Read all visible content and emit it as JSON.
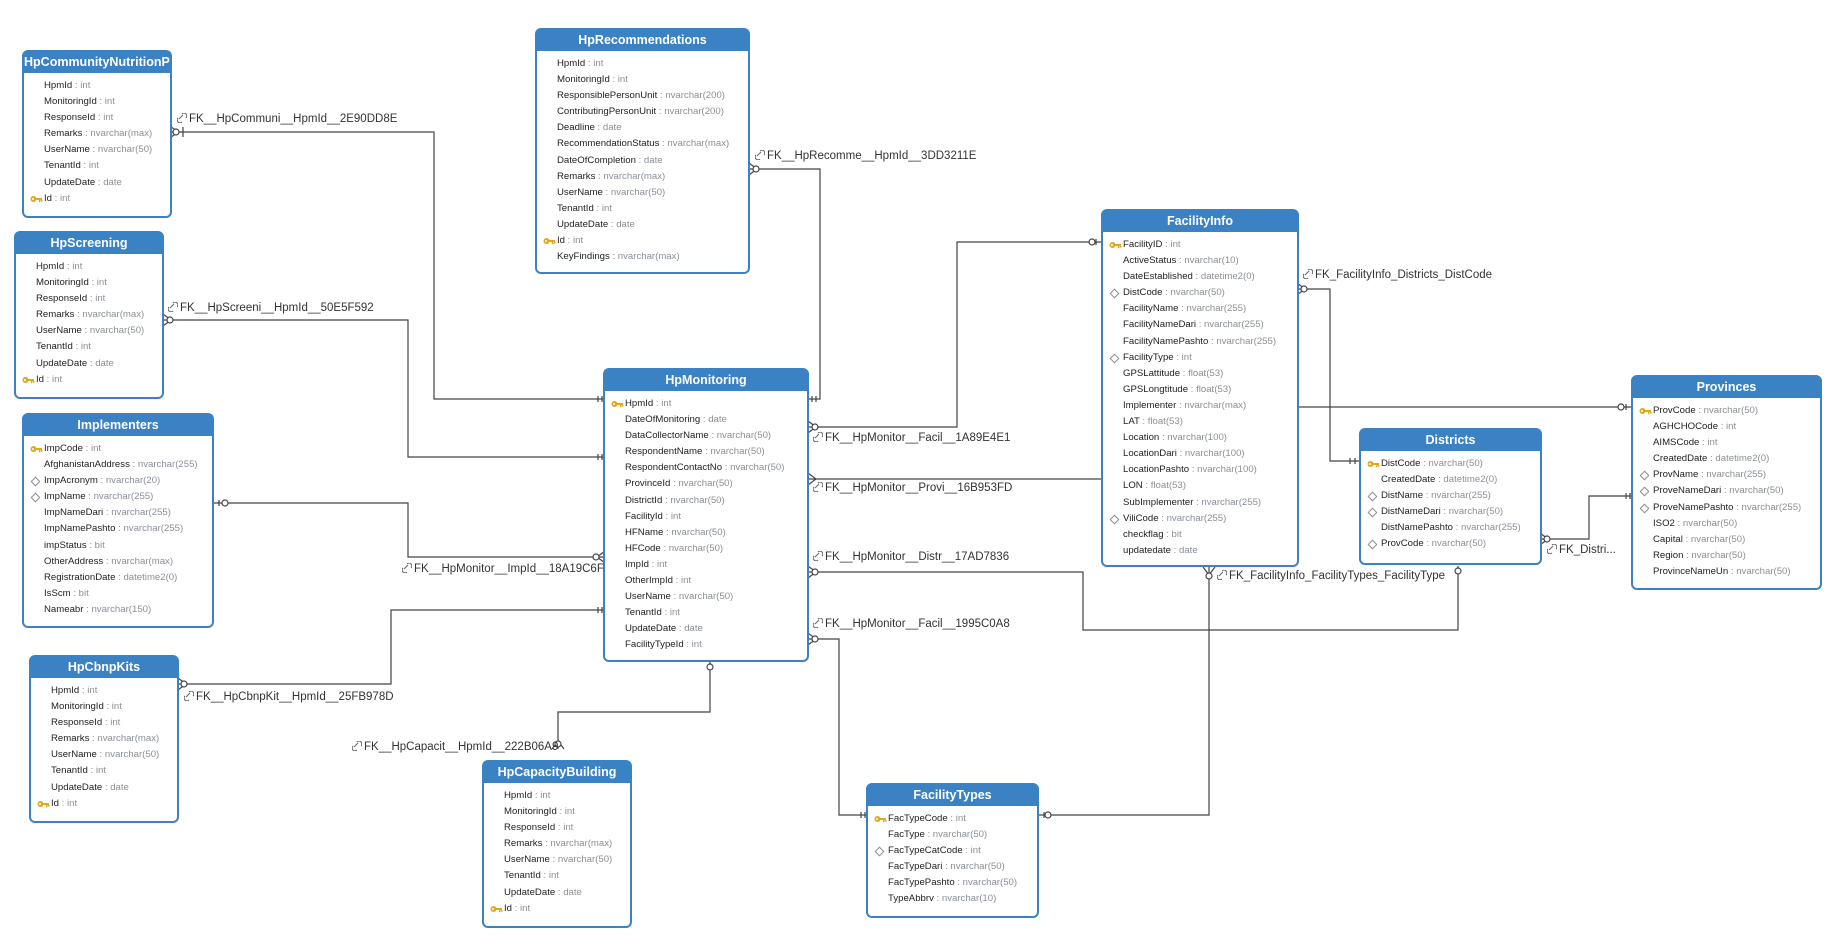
{
  "tables": [
    {
      "id": "hpcnp",
      "title": "HpCommunityNutritionPlan",
      "columns": [
        {
          "name": "HpmId",
          "type": "int",
          "icon": "none"
        },
        {
          "name": "MonitoringId",
          "type": "int",
          "icon": "none"
        },
        {
          "name": "ResponseId",
          "type": "int",
          "icon": "none"
        },
        {
          "name": "Remarks",
          "type": "nvarchar(max)",
          "icon": "none"
        },
        {
          "name": "UserName",
          "type": "nvarchar(50)",
          "icon": "none"
        },
        {
          "name": "TenantId",
          "type": "int",
          "icon": "none"
        },
        {
          "name": "UpdateDate",
          "type": "date",
          "icon": "none"
        },
        {
          "name": "Id",
          "type": "int",
          "icon": "key"
        }
      ]
    },
    {
      "id": "hpscr",
      "title": "HpScreening",
      "columns": [
        {
          "name": "HpmId",
          "type": "int",
          "icon": "none"
        },
        {
          "name": "MonitoringId",
          "type": "int",
          "icon": "none"
        },
        {
          "name": "ResponseId",
          "type": "int",
          "icon": "none"
        },
        {
          "name": "Remarks",
          "type": "nvarchar(max)",
          "icon": "none"
        },
        {
          "name": "UserName",
          "type": "nvarchar(50)",
          "icon": "none"
        },
        {
          "name": "TenantId",
          "type": "int",
          "icon": "none"
        },
        {
          "name": "UpdateDate",
          "type": "date",
          "icon": "none"
        },
        {
          "name": "Id",
          "type": "int",
          "icon": "key"
        }
      ]
    },
    {
      "id": "impl",
      "title": "Implementers",
      "columns": [
        {
          "name": "ImpCode",
          "type": "int",
          "icon": "key"
        },
        {
          "name": "AfghanistanAddress",
          "type": "nvarchar(255)",
          "icon": "none"
        },
        {
          "name": "ImpAcronym",
          "type": "nvarchar(20)",
          "icon": "diamond"
        },
        {
          "name": "ImpName",
          "type": "nvarchar(255)",
          "icon": "diamond"
        },
        {
          "name": "ImpNameDari",
          "type": "nvarchar(255)",
          "icon": "none"
        },
        {
          "name": "ImpNamePashto",
          "type": "nvarchar(255)",
          "icon": "none"
        },
        {
          "name": "impStatus",
          "type": "bit",
          "icon": "none"
        },
        {
          "name": "OtherAddress",
          "type": "nvarchar(max)",
          "icon": "none"
        },
        {
          "name": "RegistrationDate",
          "type": "datetime2(0)",
          "icon": "none"
        },
        {
          "name": "IsScm",
          "type": "bit",
          "icon": "none"
        },
        {
          "name": "Nameabr",
          "type": "nvarchar(150)",
          "icon": "none"
        }
      ]
    },
    {
      "id": "hpcbnp",
      "title": "HpCbnpKits",
      "columns": [
        {
          "name": "HpmId",
          "type": "int",
          "icon": "none"
        },
        {
          "name": "MonitoringId",
          "type": "int",
          "icon": "none"
        },
        {
          "name": "ResponseId",
          "type": "int",
          "icon": "none"
        },
        {
          "name": "Remarks",
          "type": "nvarchar(max)",
          "icon": "none"
        },
        {
          "name": "UserName",
          "type": "nvarchar(50)",
          "icon": "none"
        },
        {
          "name": "TenantId",
          "type": "int",
          "icon": "none"
        },
        {
          "name": "UpdateDate",
          "type": "date",
          "icon": "none"
        },
        {
          "name": "Id",
          "type": "int",
          "icon": "key"
        }
      ]
    },
    {
      "id": "hprec",
      "title": "HpRecommendations",
      "columns": [
        {
          "name": "HpmId",
          "type": "int",
          "icon": "none"
        },
        {
          "name": "MonitoringId",
          "type": "int",
          "icon": "none"
        },
        {
          "name": "ResponsiblePersonUnit",
          "type": "nvarchar(200)",
          "icon": "none"
        },
        {
          "name": "ContributingPersonUnit",
          "type": "nvarchar(200)",
          "icon": "none"
        },
        {
          "name": "Deadline",
          "type": "date",
          "icon": "none"
        },
        {
          "name": "RecommendationStatus",
          "type": "nvarchar(max)",
          "icon": "none"
        },
        {
          "name": "DateOfCompletion",
          "type": "date",
          "icon": "none"
        },
        {
          "name": "Remarks",
          "type": "nvarchar(max)",
          "icon": "none"
        },
        {
          "name": "UserName",
          "type": "nvarchar(50)",
          "icon": "none"
        },
        {
          "name": "TenantId",
          "type": "int",
          "icon": "none"
        },
        {
          "name": "UpdateDate",
          "type": "date",
          "icon": "none"
        },
        {
          "name": "Id",
          "type": "int",
          "icon": "key"
        },
        {
          "name": "KeyFindings",
          "type": "nvarchar(max)",
          "icon": "none"
        }
      ]
    },
    {
      "id": "hpmon",
      "title": "HpMonitoring",
      "columns": [
        {
          "name": "HpmId",
          "type": "int",
          "icon": "key"
        },
        {
          "name": "DateOfMonitoring",
          "type": "date",
          "icon": "none"
        },
        {
          "name": "DataCollectorName",
          "type": "nvarchar(50)",
          "icon": "none"
        },
        {
          "name": "RespondentName",
          "type": "nvarchar(50)",
          "icon": "none"
        },
        {
          "name": "RespondentContactNo",
          "type": "nvarchar(50)",
          "icon": "none"
        },
        {
          "name": "ProvinceId",
          "type": "nvarchar(50)",
          "icon": "none"
        },
        {
          "name": "DistrictId",
          "type": "nvarchar(50)",
          "icon": "none"
        },
        {
          "name": "FacilityId",
          "type": "int",
          "icon": "none"
        },
        {
          "name": "HFName",
          "type": "nvarchar(50)",
          "icon": "none"
        },
        {
          "name": "HFCode",
          "type": "nvarchar(50)",
          "icon": "none"
        },
        {
          "name": "ImpId",
          "type": "int",
          "icon": "none"
        },
        {
          "name": "OtherImpId",
          "type": "int",
          "icon": "none"
        },
        {
          "name": "UserName",
          "type": "nvarchar(50)",
          "icon": "none"
        },
        {
          "name": "TenantId",
          "type": "int",
          "icon": "none"
        },
        {
          "name": "UpdateDate",
          "type": "date",
          "icon": "none"
        },
        {
          "name": "FacilityTypeId",
          "type": "int",
          "icon": "none"
        }
      ]
    },
    {
      "id": "hpcap",
      "title": "HpCapacityBuilding",
      "columns": [
        {
          "name": "HpmId",
          "type": "int",
          "icon": "none"
        },
        {
          "name": "MonitoringId",
          "type": "int",
          "icon": "none"
        },
        {
          "name": "ResponseId",
          "type": "int",
          "icon": "none"
        },
        {
          "name": "Remarks",
          "type": "nvarchar(max)",
          "icon": "none"
        },
        {
          "name": "UserName",
          "type": "nvarchar(50)",
          "icon": "none"
        },
        {
          "name": "TenantId",
          "type": "int",
          "icon": "none"
        },
        {
          "name": "UpdateDate",
          "type": "date",
          "icon": "none"
        },
        {
          "name": "Id",
          "type": "int",
          "icon": "key"
        }
      ]
    },
    {
      "id": "facinfo",
      "title": "FacilityInfo",
      "columns": [
        {
          "name": "FacilityID",
          "type": "int",
          "icon": "key"
        },
        {
          "name": "ActiveStatus",
          "type": "nvarchar(10)",
          "icon": "none"
        },
        {
          "name": "DateEstablished",
          "type": "datetime2(0)",
          "icon": "none"
        },
        {
          "name": "DistCode",
          "type": "nvarchar(50)",
          "icon": "diamond"
        },
        {
          "name": "FacilityName",
          "type": "nvarchar(255)",
          "icon": "none"
        },
        {
          "name": "FacilityNameDari",
          "type": "nvarchar(255)",
          "icon": "none"
        },
        {
          "name": "FacilityNamePashto",
          "type": "nvarchar(255)",
          "icon": "none"
        },
        {
          "name": "FacilityType",
          "type": "int",
          "icon": "diamond"
        },
        {
          "name": "GPSLattitude",
          "type": "float(53)",
          "icon": "none"
        },
        {
          "name": "GPSLongtitude",
          "type": "float(53)",
          "icon": "none"
        },
        {
          "name": "Implementer",
          "type": "nvarchar(max)",
          "icon": "none"
        },
        {
          "name": "LAT",
          "type": "float(53)",
          "icon": "none"
        },
        {
          "name": "Location",
          "type": "nvarchar(100)",
          "icon": "none"
        },
        {
          "name": "LocationDari",
          "type": "nvarchar(100)",
          "icon": "none"
        },
        {
          "name": "LocationPashto",
          "type": "nvarchar(100)",
          "icon": "none"
        },
        {
          "name": "LON",
          "type": "float(53)",
          "icon": "none"
        },
        {
          "name": "SubImplementer",
          "type": "nvarchar(255)",
          "icon": "none"
        },
        {
          "name": "ViliCode",
          "type": "nvarchar(255)",
          "icon": "diamond"
        },
        {
          "name": "checkflag",
          "type": "bit",
          "icon": "none"
        },
        {
          "name": "updatedate",
          "type": "date",
          "icon": "none"
        }
      ]
    },
    {
      "id": "facty",
      "title": "FacilityTypes",
      "columns": [
        {
          "name": "FacTypeCode",
          "type": "int",
          "icon": "key"
        },
        {
          "name": "FacType",
          "type": "nvarchar(50)",
          "icon": "none"
        },
        {
          "name": "FacTypeCatCode",
          "type": "int",
          "icon": "diamond"
        },
        {
          "name": "FacTypeDari",
          "type": "nvarchar(50)",
          "icon": "none"
        },
        {
          "name": "FacTypePashto",
          "type": "nvarchar(50)",
          "icon": "none"
        },
        {
          "name": "TypeAbbrv",
          "type": "nvarchar(10)",
          "icon": "none"
        }
      ]
    },
    {
      "id": "dist",
      "title": "Districts",
      "columns": [
        {
          "name": "DistCode",
          "type": "nvarchar(50)",
          "icon": "key"
        },
        {
          "name": "CreatedDate",
          "type": "datetime2(0)",
          "icon": "none"
        },
        {
          "name": "DistName",
          "type": "nvarchar(255)",
          "icon": "diamond"
        },
        {
          "name": "DistNameDari",
          "type": "nvarchar(50)",
          "icon": "diamond"
        },
        {
          "name": "DistNamePashto",
          "type": "nvarchar(255)",
          "icon": "none"
        },
        {
          "name": "ProvCode",
          "type": "nvarchar(50)",
          "icon": "diamond"
        }
      ]
    },
    {
      "id": "prov",
      "title": "Provinces",
      "columns": [
        {
          "name": "ProvCode",
          "type": "nvarchar(50)",
          "icon": "key"
        },
        {
          "name": "AGHCHOCode",
          "type": "int",
          "icon": "none"
        },
        {
          "name": "AIMSCode",
          "type": "int",
          "icon": "none"
        },
        {
          "name": "CreatedDate",
          "type": "datetime2(0)",
          "icon": "none"
        },
        {
          "name": "ProvName",
          "type": "nvarchar(255)",
          "icon": "diamond"
        },
        {
          "name": "ProveNameDari",
          "type": "nvarchar(50)",
          "icon": "diamond"
        },
        {
          "name": "ProveNamePashto",
          "type": "nvarchar(255)",
          "icon": "diamond"
        },
        {
          "name": "ISO2",
          "type": "nvarchar(50)",
          "icon": "none"
        },
        {
          "name": "Capital",
          "type": "nvarchar(50)",
          "icon": "none"
        },
        {
          "name": "Region",
          "type": "nvarchar(50)",
          "icon": "none"
        },
        {
          "name": "ProvinceNameUn",
          "type": "nvarchar(50)",
          "icon": "none"
        }
      ]
    }
  ],
  "relationships": [
    {
      "id": "r1",
      "label": "FK__HpCommuni__HpmId__2E90DD8E"
    },
    {
      "id": "r2",
      "label": "FK__HpScreeni__HpmId__50E5F592"
    },
    {
      "id": "r3",
      "label": "FK__HpMonitor__ImpId__18A19C6F"
    },
    {
      "id": "r4",
      "label": "FK__HpCbnpKit__HpmId__25FB978D"
    },
    {
      "id": "r5",
      "label": "FK__HpCapacit__HpmId__222B06A9"
    },
    {
      "id": "r6",
      "label": "FK__HpRecomme__HpmId__3DD3211E"
    },
    {
      "id": "r7",
      "label": "FK__HpMonitor__Facil__1A89E4E1"
    },
    {
      "id": "r8",
      "label": "FK__HpMonitor__Provi__16B953FD"
    },
    {
      "id": "r9",
      "label": "FK__HpMonitor__Distr__17AD7836"
    },
    {
      "id": "r10",
      "label": "FK__HpMonitor__Facil__1995C0A8"
    },
    {
      "id": "r11",
      "label": "FK_FacilityInfo_Districts_DistCode"
    },
    {
      "id": "r12",
      "label": "FK_FacilityInfo_FacilityTypes_FacilityType"
    },
    {
      "id": "r13",
      "label": "FK_Distri..."
    }
  ],
  "colors": {
    "header": "#3b82c4",
    "border": "#3b82c4",
    "line": "#444444",
    "type_text": "#8a8f98",
    "key": "#e0a81c"
  }
}
